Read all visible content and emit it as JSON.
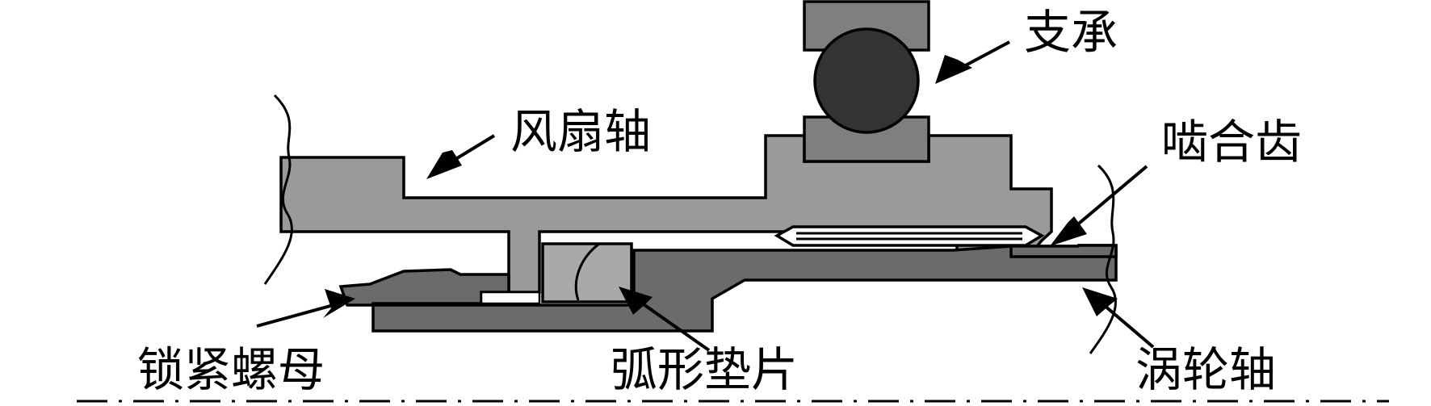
{
  "labels": {
    "bearing": "支承",
    "fan_shaft": "风扇轴",
    "mesh_teeth": "啮合齿",
    "lock_nut": "锁紧螺母",
    "arc_washer": "弧形垫片",
    "turbine_shaft": "涡轮轴"
  },
  "colors": {
    "fan_shaft": "#9a9a9a",
    "turbine_shaft": "#6b6b6b",
    "bearing_race": "#7f7f7f",
    "bearing_ball": "#333333",
    "arc_washer": "#a9a9a9",
    "lock_nut": "#6b6b6b",
    "outline": "#000000",
    "background": "#ffffff"
  }
}
